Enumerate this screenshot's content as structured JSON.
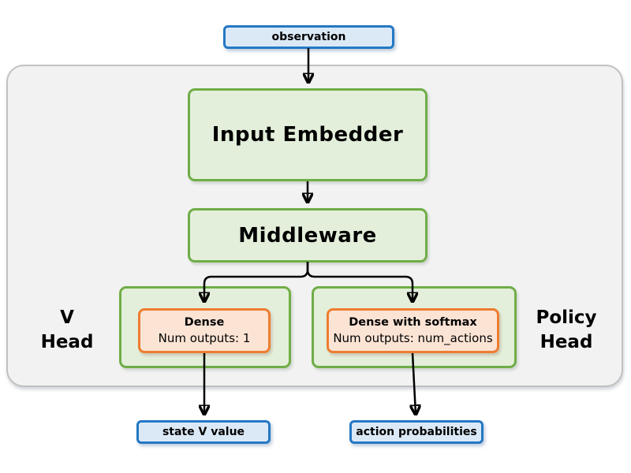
{
  "nodes": {
    "observation": {
      "label": "observation"
    },
    "input_embedder": {
      "label": "Input Embedder"
    },
    "middleware": {
      "label": "Middleware"
    },
    "v_head": {
      "label": "V\nHead"
    },
    "policy_head": {
      "label": "Policy\nHead"
    },
    "dense_v": {
      "title": "Dense",
      "subtitle": "Num outputs: 1"
    },
    "dense_policy": {
      "title": "Dense with softmax",
      "subtitle": "Num outputs: num_actions"
    },
    "state_v_value": {
      "label": "state V value"
    },
    "action_probabilities": {
      "label": "action probabilities"
    }
  },
  "colors": {
    "blue_fill": "#dbe9f7",
    "blue_border": "#2478c4",
    "green_fill": "#e3efda",
    "green_border": "#70ad47",
    "orange_fill": "#fce4d5",
    "orange_border": "#ed7d31",
    "gray_fill": "#f2f2f2",
    "gray_border": "#c1c1c1",
    "arrow": "#000000"
  }
}
